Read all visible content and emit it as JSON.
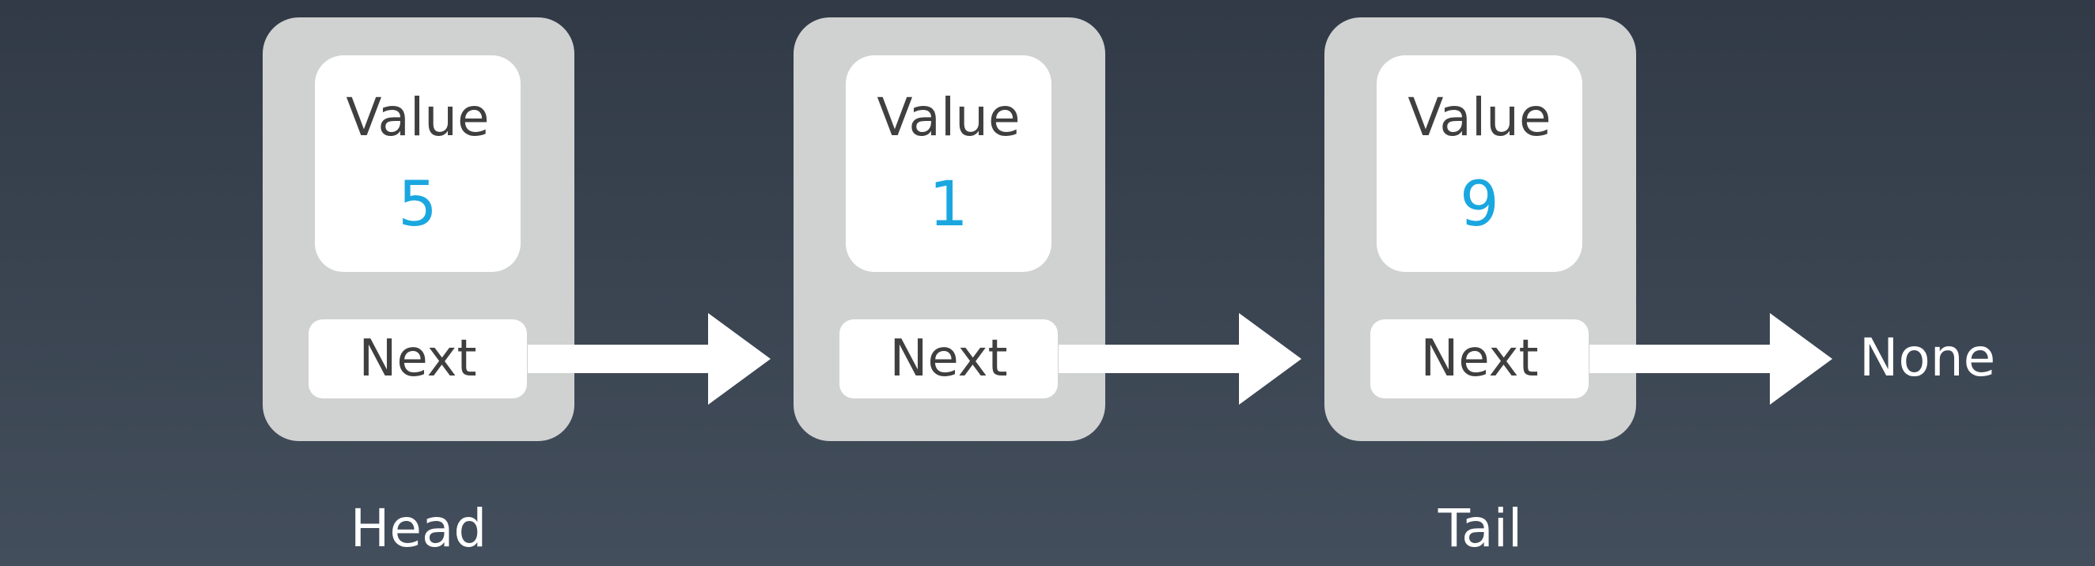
{
  "nodes": [
    {
      "value_label": "Value",
      "value": "5",
      "next_label": "Next"
    },
    {
      "value_label": "Value",
      "value": "1",
      "next_label": "Next"
    },
    {
      "value_label": "Value",
      "value": "9",
      "next_label": "Next"
    }
  ],
  "head_label": "Head",
  "tail_label": "Tail",
  "none_label": "None",
  "colors": {
    "node_fill": "#d0d1d1",
    "card_fill": "#ffffff",
    "value_number": "#1aa7e0",
    "label_text": "#3f3f3f",
    "arrow": "#ffffff"
  }
}
